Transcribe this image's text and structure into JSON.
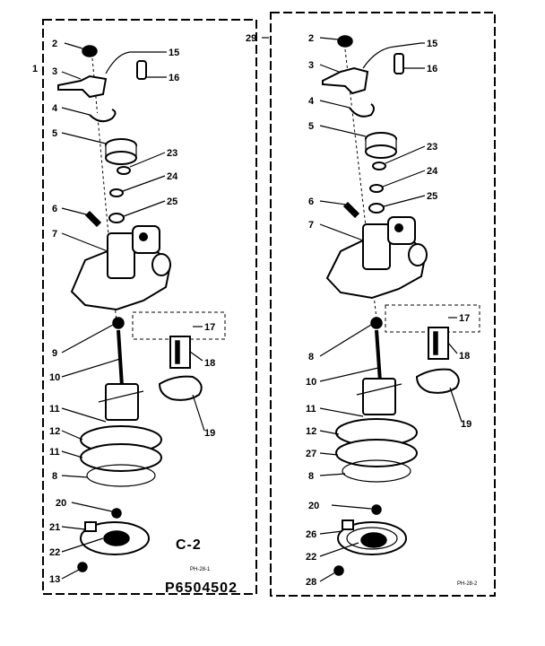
{
  "left_panel": {
    "callouts": [
      "1",
      "2",
      "3",
      "4",
      "5",
      "6",
      "7",
      "9",
      "10",
      "11",
      "12",
      "11",
      "8",
      "20",
      "21",
      "22",
      "13",
      "15",
      "16",
      "23",
      "24",
      "25",
      "17",
      "18",
      "19"
    ],
    "section_label": "C-2",
    "small_ref": "PH-28-1",
    "part_code": "P6504502"
  },
  "right_panel": {
    "callouts": [
      "29",
      "2",
      "3",
      "4",
      "5",
      "6",
      "7",
      "8",
      "10",
      "11",
      "12",
      "27",
      "8",
      "20",
      "26",
      "22",
      "28",
      "15",
      "16",
      "23",
      "24",
      "25",
      "17",
      "18",
      "19"
    ],
    "small_ref": "PH-28-2"
  }
}
